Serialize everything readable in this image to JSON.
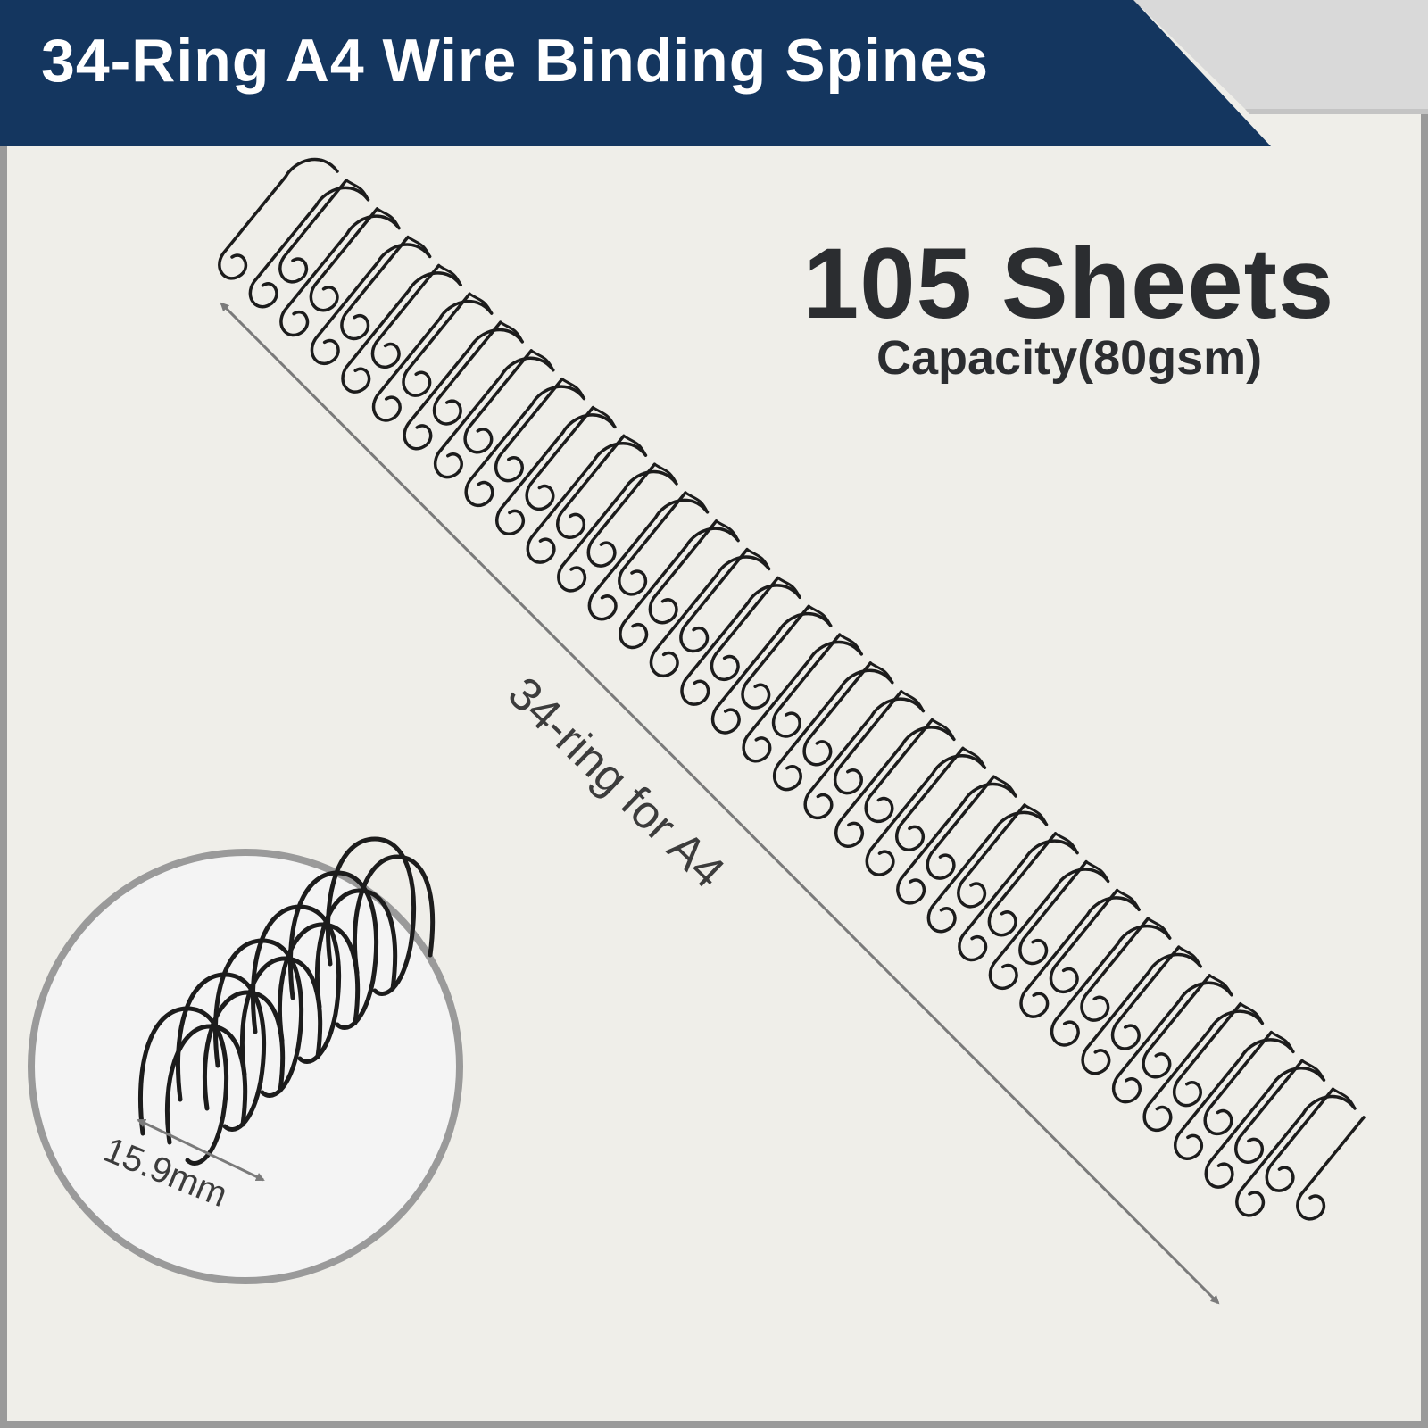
{
  "banner": {
    "title": "34-Ring A4 Wire Binding Spines",
    "color": "#14365f"
  },
  "capacity": {
    "value": "105 Sheets",
    "subtitle": "Capacity(80gsm)"
  },
  "dimensions": {
    "length_label": "34-ring for A4",
    "diameter_label": "15.9mm"
  },
  "product": {
    "ring_count": 34,
    "wire_color": "#1c1c1c"
  },
  "colors": {
    "background": "#efeee9",
    "frame": "#9a9a9a",
    "text": "#2b2d30"
  }
}
